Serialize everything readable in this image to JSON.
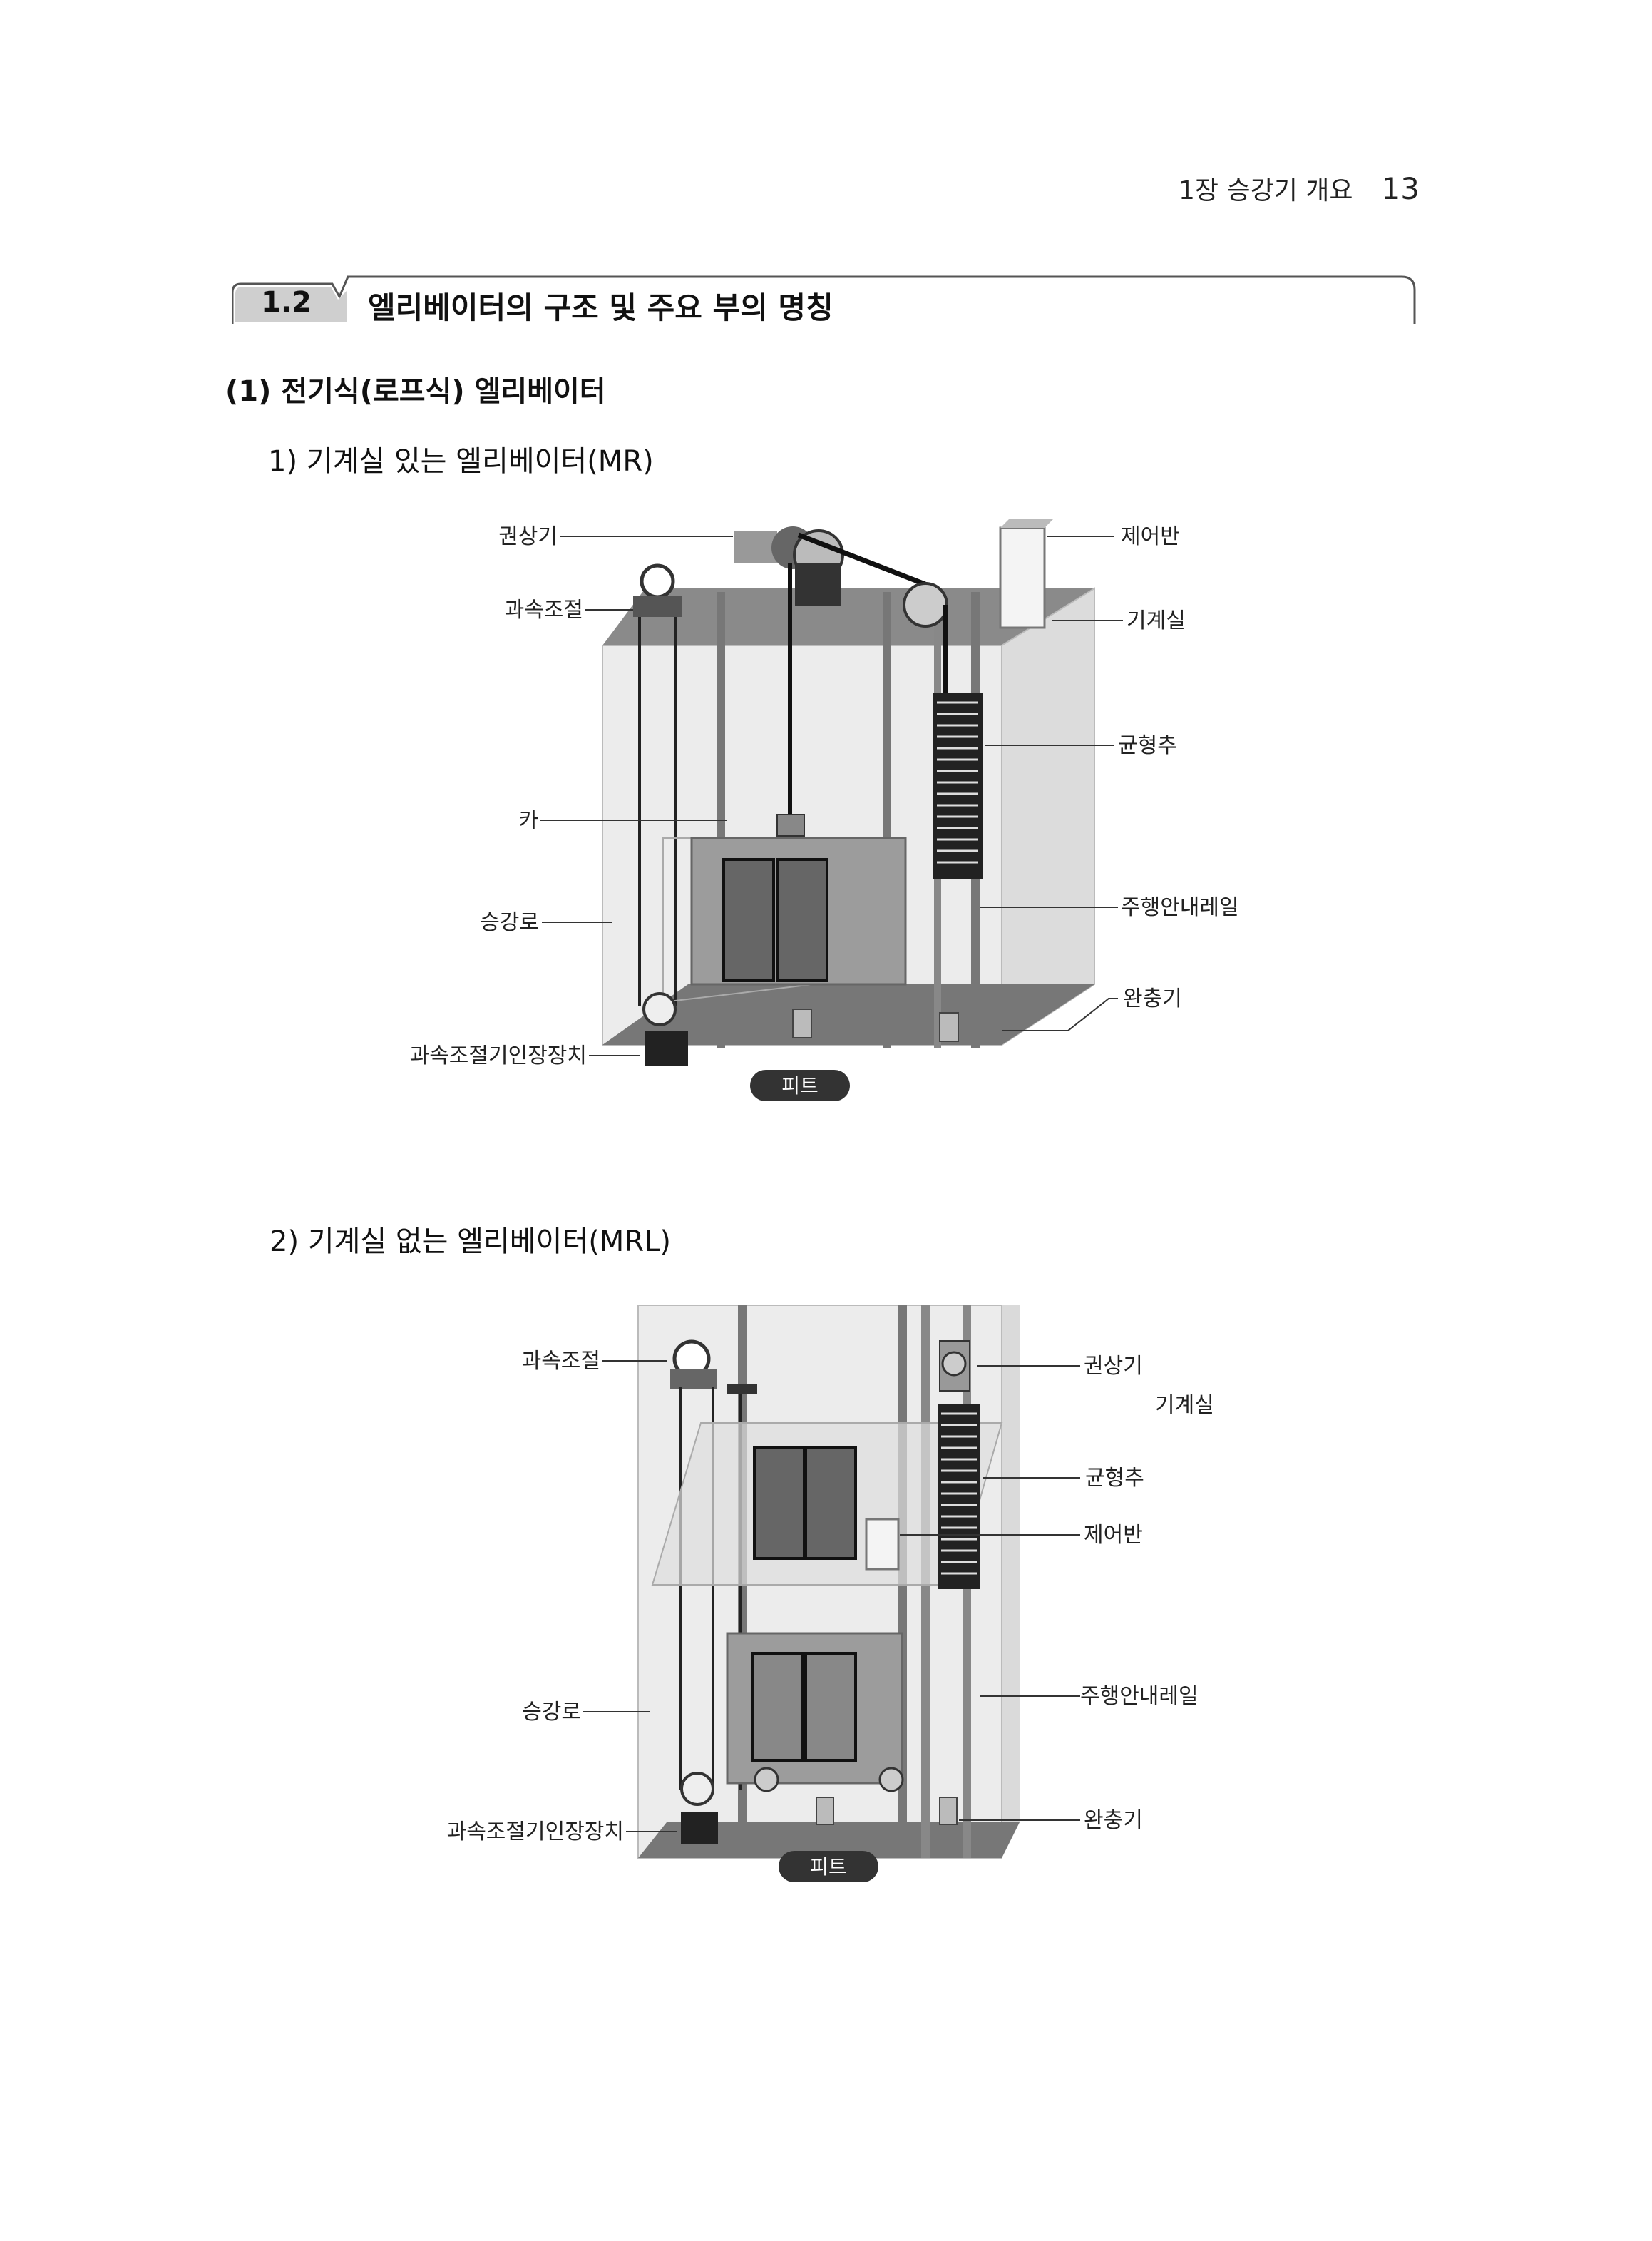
{
  "header": {
    "chapter": "1장 승강기 개요",
    "page_number": "13"
  },
  "section": {
    "number": "1.2",
    "title": "엘리베이터의 구조 및 주요 부의 명칭"
  },
  "subsection": {
    "title": "(1) 전기식(로프식) 엘리베이터"
  },
  "figure_mr": {
    "heading": "1) 기계실 있는 엘리베이터(MR)",
    "labels": {
      "hoist": "권상기",
      "governor": "과속조절",
      "controller": "제어반",
      "machine_room": "기계실",
      "counterweight": "균형추",
      "car": "카",
      "hoistway": "승강로",
      "guide_rail": "주행안내레일",
      "buffer": "완충기",
      "tension": "과속조절기인장장치",
      "pit": "피트"
    }
  },
  "figure_mrl": {
    "heading": "2) 기계실 없는 엘리베이터(MRL)",
    "labels": {
      "governor": "과속조절",
      "hoist": "권상기",
      "machine_room": "기계실",
      "counterweight": "균형추",
      "controller": "제어반",
      "hoistway": "승강로",
      "guide_rail": "주행안내레일",
      "tension": "과속조절기인장장치",
      "buffer": "완충기",
      "pit": "피트"
    }
  }
}
